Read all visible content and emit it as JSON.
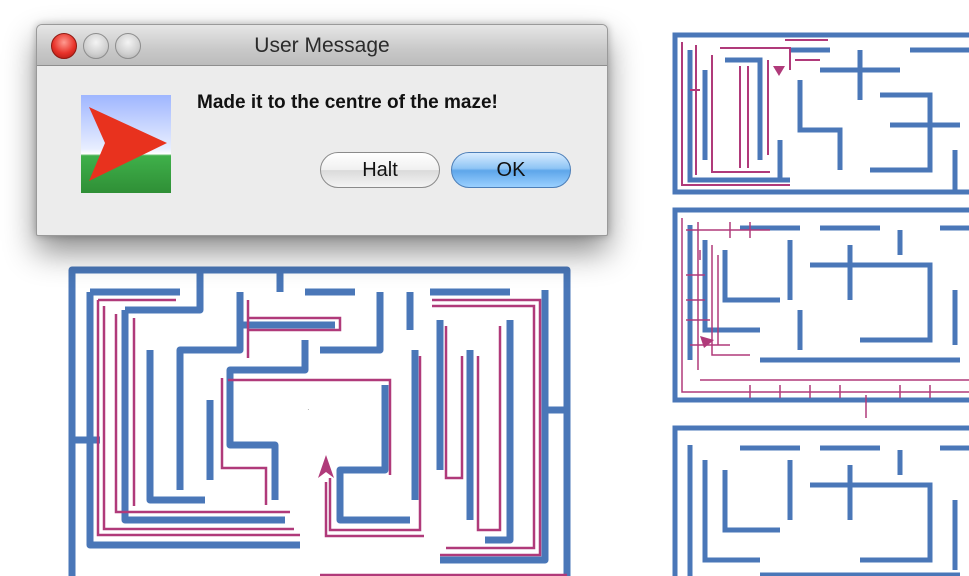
{
  "dialog": {
    "title": "User Message",
    "message": "Made it to the centre of the maze!",
    "buttons": {
      "halt": "Halt",
      "ok": "OK"
    },
    "icon": "red-arrow-app-icon"
  },
  "colors": {
    "maze_wall": "#4a77b8",
    "maze_path": "#b03a7a",
    "ok_button": "#5ea6ea"
  }
}
